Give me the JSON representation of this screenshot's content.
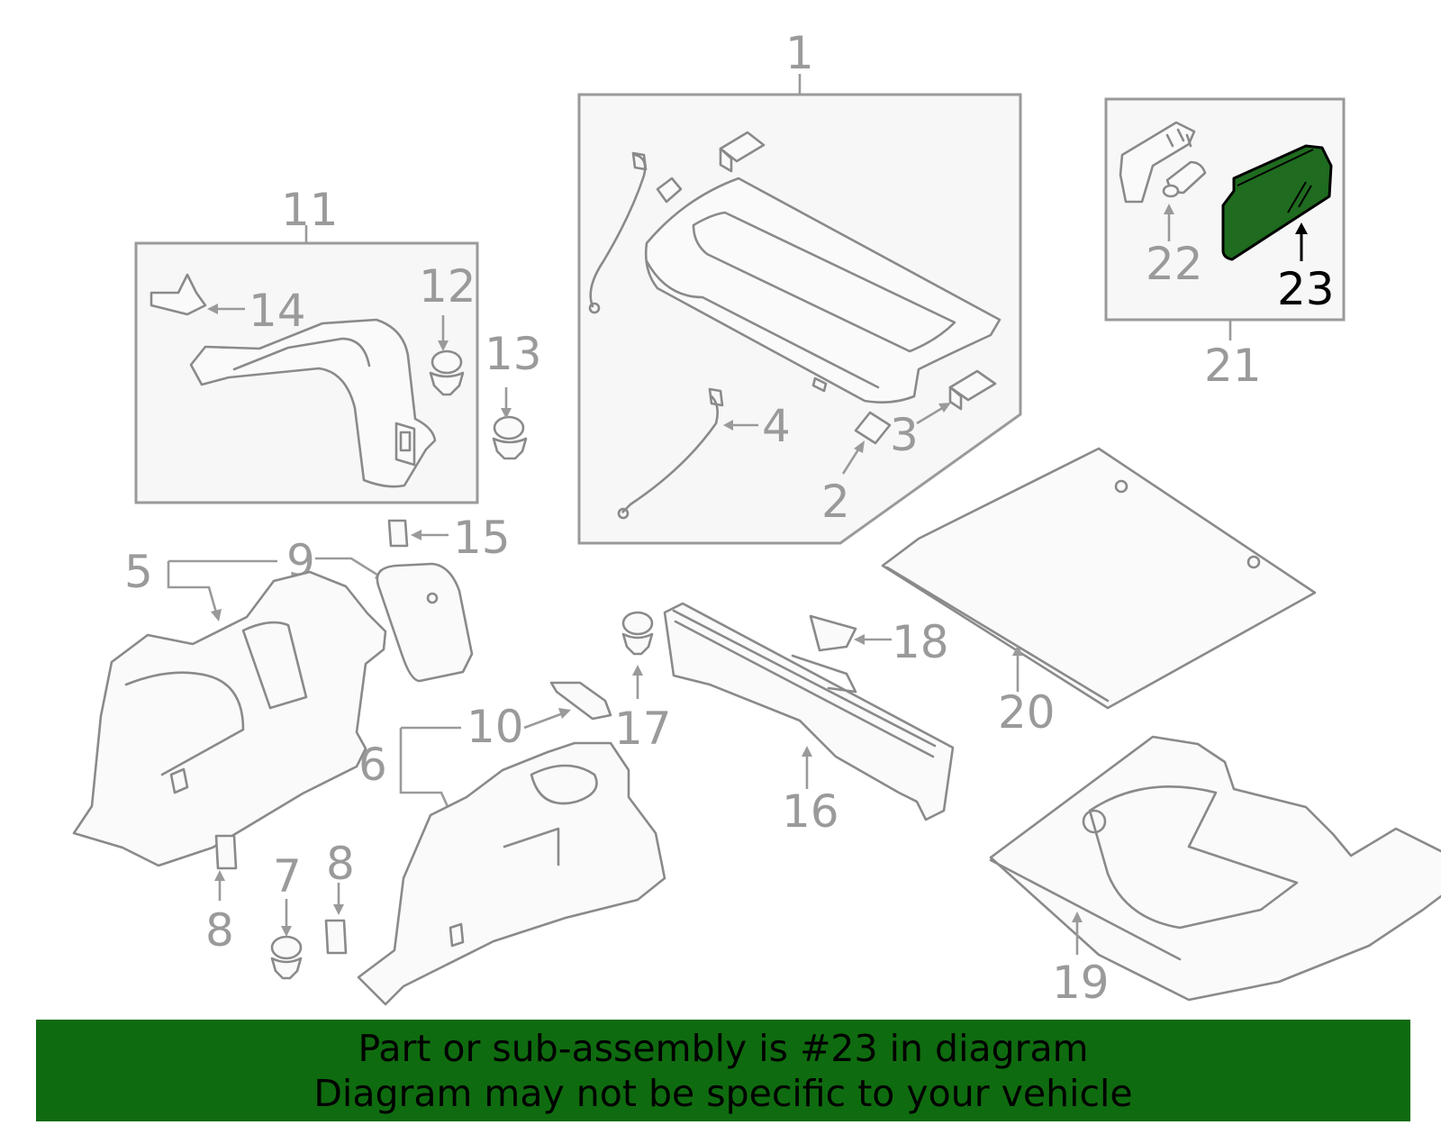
{
  "callouts": {
    "c1": "1",
    "c2": "2",
    "c3": "3",
    "c4": "4",
    "c5": "5",
    "c6": "6",
    "c7": "7",
    "c8a": "8",
    "c8b": "8",
    "c9": "9",
    "c10": "10",
    "c11": "11",
    "c12": "12",
    "c13": "13",
    "c14": "14",
    "c15": "15",
    "c16": "16",
    "c17": "17",
    "c18": "18",
    "c19": "19",
    "c20": "20",
    "c21": "21",
    "c22": "22",
    "c23": "23"
  },
  "highlight": {
    "part_number": "23",
    "color": "#1f6b1f"
  },
  "banner": {
    "line1": "Part or sub-assembly is #23 in diagram",
    "line2": "Diagram may not be specific to your vehicle",
    "background": "#0f6b0f"
  }
}
